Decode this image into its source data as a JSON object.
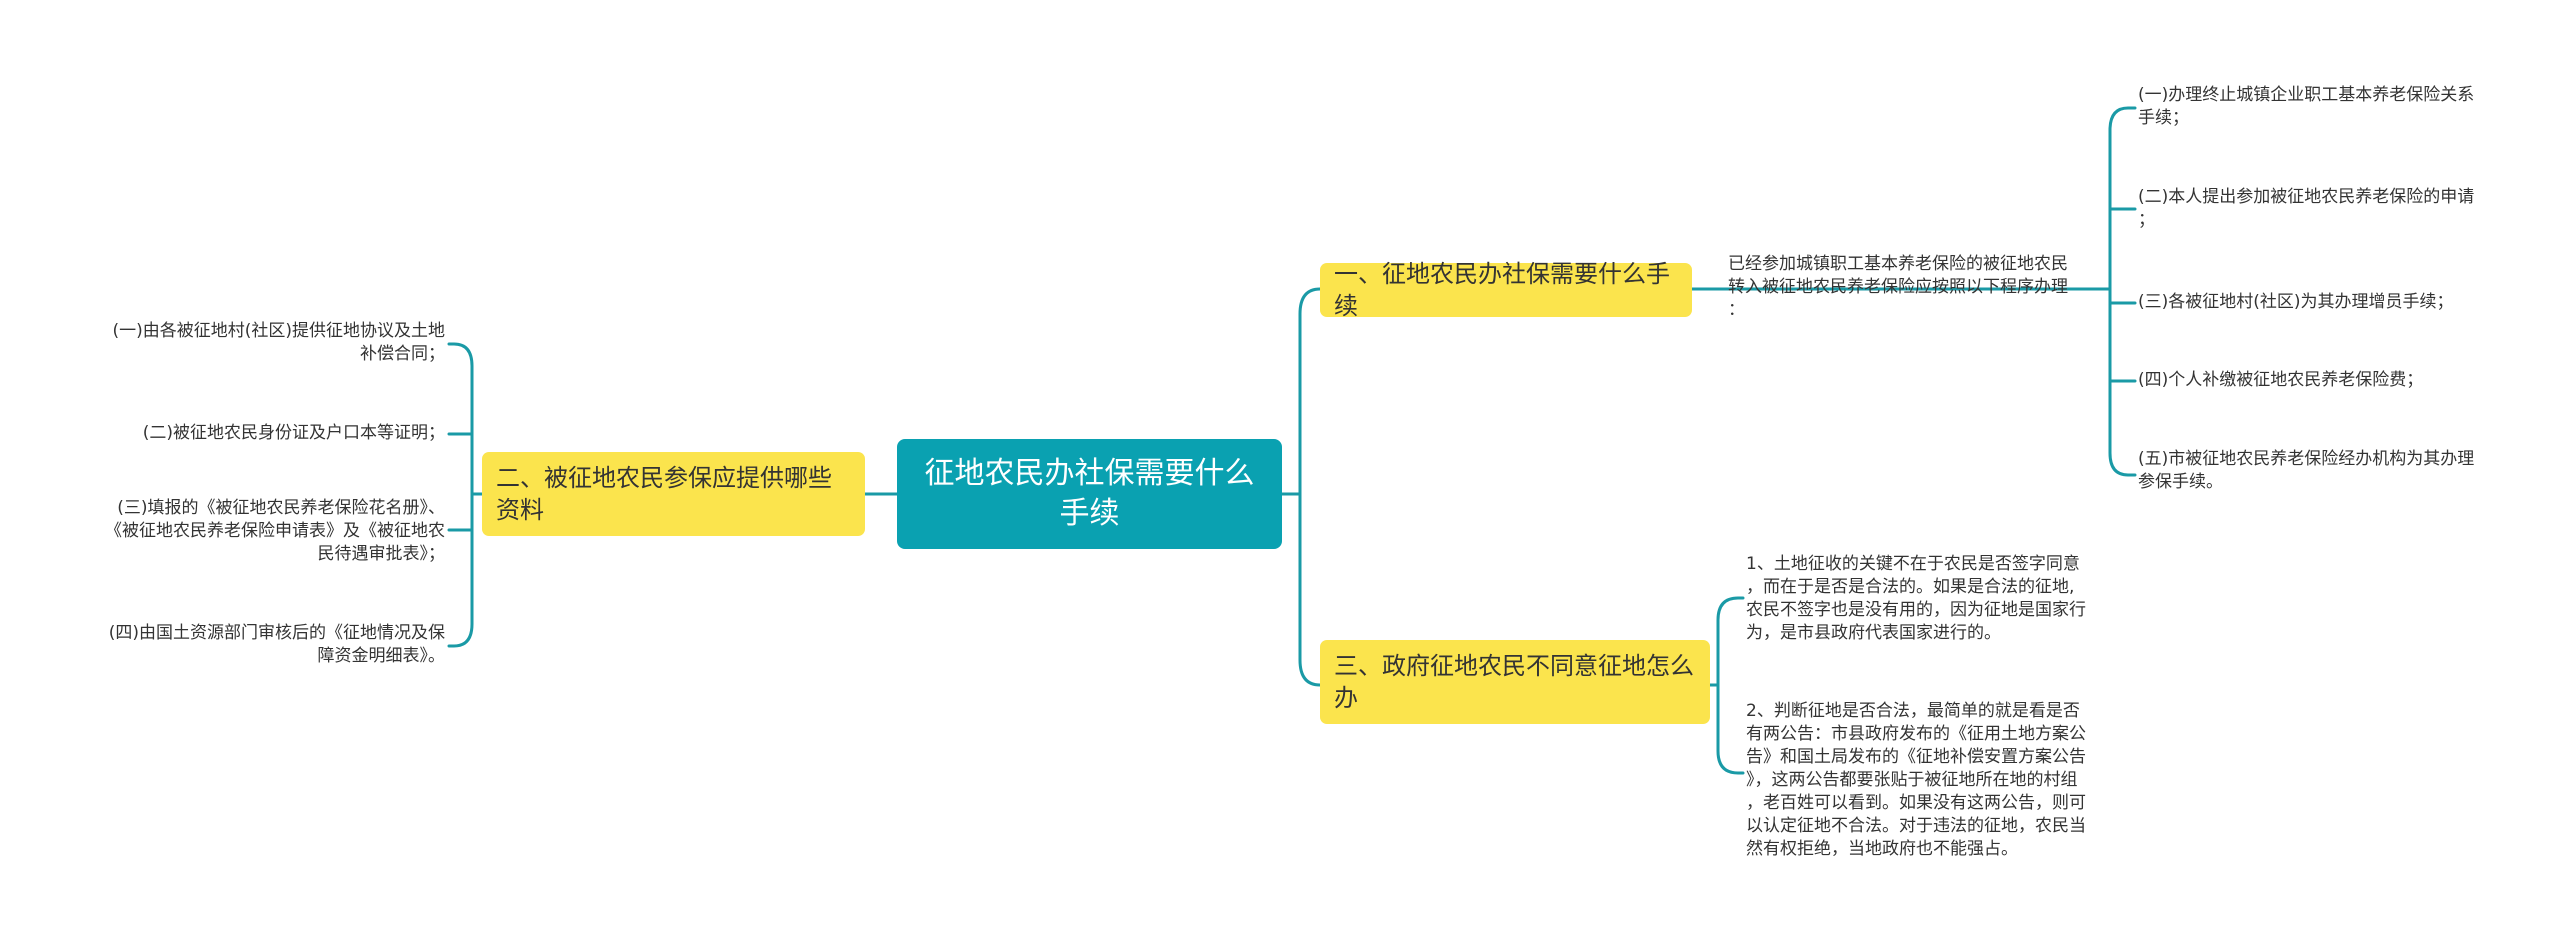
{
  "mindmap": {
    "root": "征地农民办社保需要什么手续",
    "branch1": {
      "title": "一、征地农民办社保需要什么手续",
      "intro": "已经参加城镇职工基本养老保险的被征地农民\n转入被征地农民养老保险应按照以下程序办理\n：",
      "items": [
        "(一)办理终止城镇企业职工基本养老保险关系\n手续；",
        "(二)本人提出参加被征地农民养老保险的申请\n；",
        "(三)各被征地村(社区)为其办理增员手续；",
        "(四)个人补缴被征地农民养老保险费；",
        "(五)市被征地农民养老保险经办机构为其办理\n参保手续。"
      ]
    },
    "branch2": {
      "title": "二、被征地农民参保应提供哪些资料",
      "items": [
        "(一)由各被征地村(社区)提供征地协议及土地\n补偿合同；",
        "(二)被征地农民身份证及户口本等证明；",
        "(三)填报的《被征地农民养老保险花名册》、\n《被征地农民养老保险申请表》及《被征地农\n民待遇审批表》；",
        "(四)由国土资源部门审核后的《征地情况及保\n障资金明细表》。"
      ]
    },
    "branch3": {
      "title": "三、政府征地农民不同意征地怎么办",
      "items": [
        "1、土地征收的关键不在于农民是否签字同意\n，而在于是否是合法的。如果是合法的征地,\n农民不签字也是没有用的，因为征地是国家行\n为，是市县政府代表国家进行的。",
        "2、判断征地是否合法，最简单的就是看是否\n有两公告：市县政府发布的《征用土地方案公\n告》和国土局发布的《征地补偿安置方案公告\n》，这两公告都要张贴于被征地所在地的村组\n，老百姓可以看到。如果没有这两公告，则可\n以认定征地不合法。对于违法的征地，农民当\n然有权拒绝，当地政府也不能强占。"
      ]
    }
  },
  "colors": {
    "line": "#1a9aa6",
    "root_fill": "#0aa1b1",
    "branch_fill": "#fbe44d"
  }
}
